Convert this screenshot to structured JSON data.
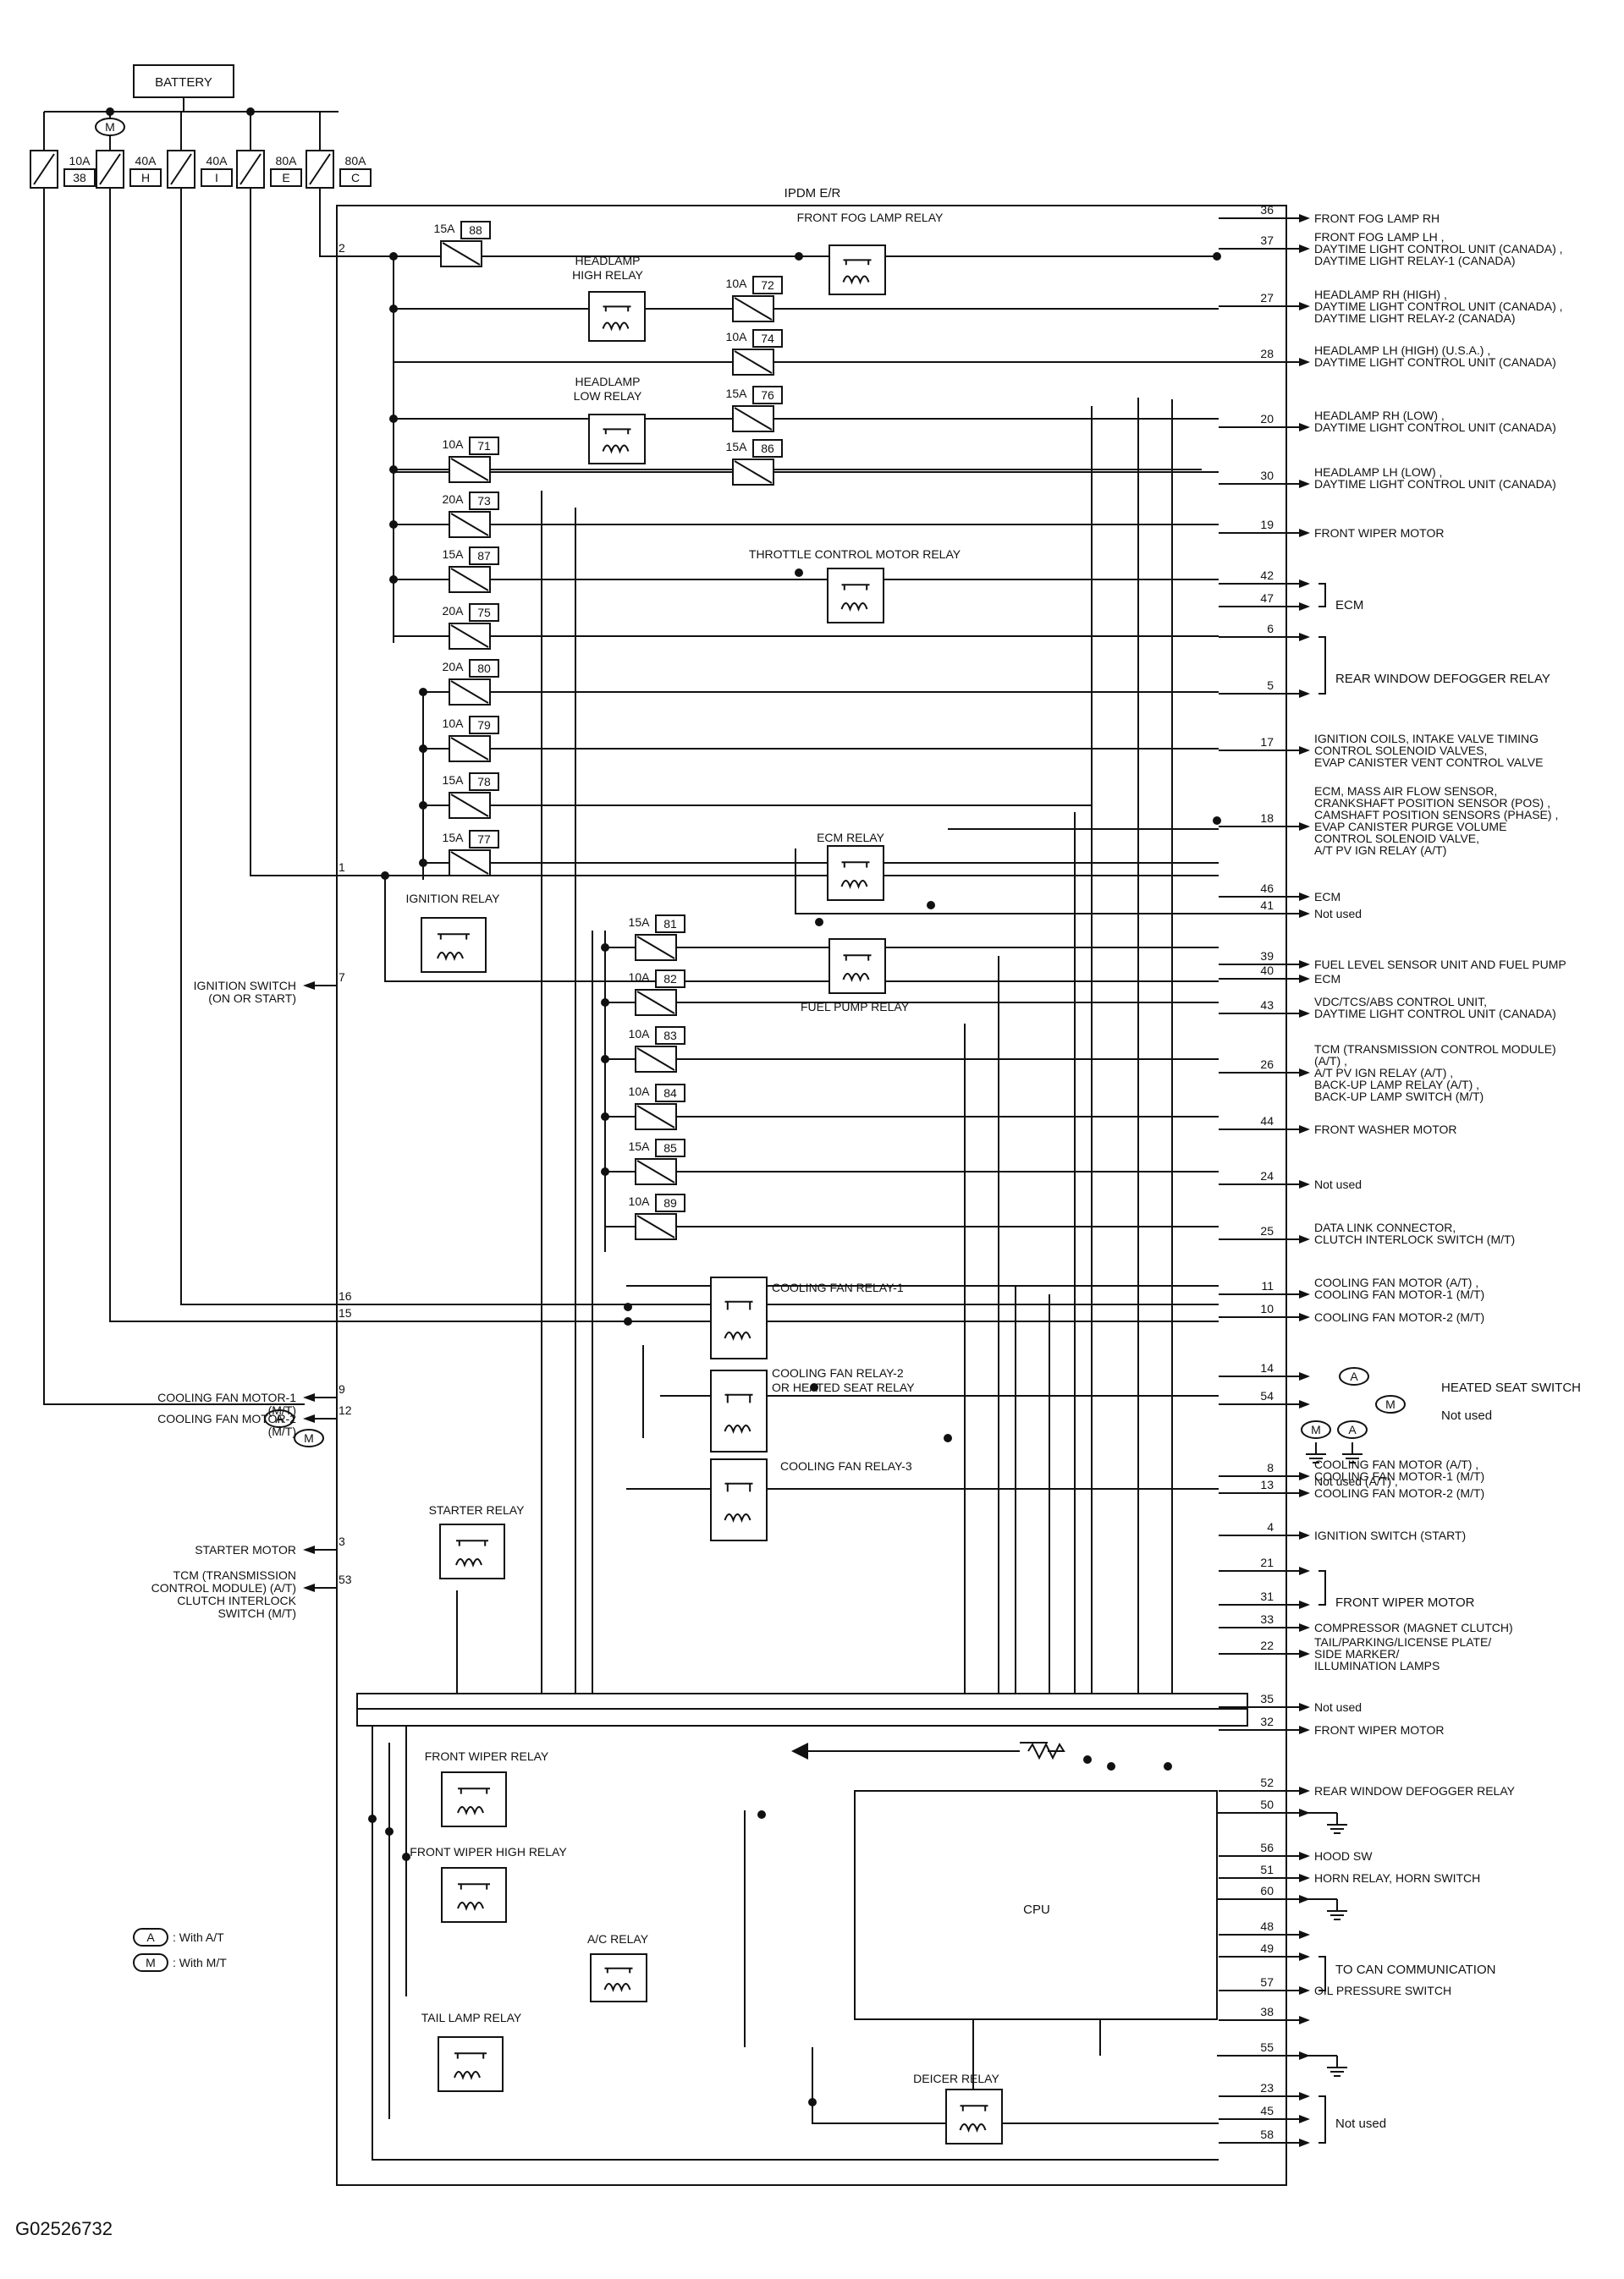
{
  "battery": "BATTERY",
  "module": "IPDM E/R",
  "cpu": "CPU",
  "figure_id": "G02526732",
  "legend": [
    {
      "sym": "A",
      "text": ": With A/T"
    },
    {
      "sym": "M",
      "text": ": With M/T"
    }
  ],
  "top_fuses": [
    {
      "amp": "10A",
      "code": "38"
    },
    {
      "amp": "40A",
      "code": "H"
    },
    {
      "amp": "40A",
      "code": "I"
    },
    {
      "amp": "80A",
      "code": "E"
    },
    {
      "amp": "80A",
      "code": "C"
    }
  ],
  "fuses": [
    {
      "amp": "15A",
      "code": "88"
    },
    {
      "amp": "10A",
      "code": "72"
    },
    {
      "amp": "10A",
      "code": "74"
    },
    {
      "amp": "15A",
      "code": "76"
    },
    {
      "amp": "15A",
      "code": "86"
    },
    {
      "amp": "10A",
      "code": "71"
    },
    {
      "amp": "20A",
      "code": "73"
    },
    {
      "amp": "15A",
      "code": "87"
    },
    {
      "amp": "20A",
      "code": "75"
    },
    {
      "amp": "20A",
      "code": "80"
    },
    {
      "amp": "10A",
      "code": "79"
    },
    {
      "amp": "15A",
      "code": "78"
    },
    {
      "amp": "15A",
      "code": "77"
    },
    {
      "amp": "15A",
      "code": "81"
    },
    {
      "amp": "10A",
      "code": "82"
    },
    {
      "amp": "10A",
      "code": "83"
    },
    {
      "amp": "10A",
      "code": "84"
    },
    {
      "amp": "15A",
      "code": "85"
    },
    {
      "amp": "10A",
      "code": "89"
    }
  ],
  "relays": [
    "FRONT FOG LAMP RELAY",
    "HEADLAMP",
    "HIGH RELAY",
    "HEADLAMP",
    "LOW RELAY",
    "THROTTLE CONTROL MOTOR RELAY",
    "ECM RELAY",
    "IGNITION RELAY",
    "FUEL PUMP RELAY",
    "COOLING FAN RELAY-1",
    "COOLING FAN RELAY-2",
    "OR HEATED SEAT RELAY",
    "COOLING FAN RELAY-3",
    "STARTER RELAY",
    "FRONT WIPER RELAY",
    "FRONT WIPER HIGH RELAY",
    "A/C RELAY",
    "TAIL LAMP RELAY",
    "DEICER RELAY"
  ],
  "right_pins": [
    {
      "pin": "36",
      "lines": [
        "FRONT FOG LAMP RH"
      ]
    },
    {
      "pin": "37",
      "lines": [
        "FRONT FOG LAMP LH ,",
        "DAYTIME LIGHT CONTROL UNIT (CANADA) ,",
        "DAYTIME LIGHT RELAY-1 (CANADA)"
      ]
    },
    {
      "pin": "27",
      "lines": [
        "HEADLAMP RH (HIGH) ,",
        "DAYTIME LIGHT CONTROL UNIT (CANADA) ,",
        "DAYTIME LIGHT RELAY-2 (CANADA)"
      ]
    },
    {
      "pin": "28",
      "lines": [
        "HEADLAMP LH (HIGH) (U.S.A.) ,",
        "DAYTIME LIGHT CONTROL UNIT (CANADA)"
      ]
    },
    {
      "pin": "20",
      "lines": [
        "HEADLAMP RH (LOW) ,",
        "DAYTIME LIGHT CONTROL UNIT (CANADA)"
      ]
    },
    {
      "pin": "30",
      "lines": [
        "HEADLAMP LH (LOW) ,",
        "DAYTIME LIGHT CONTROL UNIT (CANADA)"
      ]
    },
    {
      "pin": "19",
      "lines": [
        "FRONT WIPER MOTOR"
      ]
    },
    {
      "pin": "42",
      "lines": []
    },
    {
      "pin": "47",
      "lines": []
    },
    {
      "pin": "6",
      "lines": []
    },
    {
      "pin": "5",
      "lines": []
    },
    {
      "pin": "17",
      "lines": [
        "IGNITION COILS, INTAKE VALVE TIMING",
        "CONTROL SOLENOID VALVES,",
        "EVAP CANISTER VENT CONTROL VALVE"
      ]
    },
    {
      "pin": "18",
      "lines": [
        "ECM, MASS AIR FLOW SENSOR,",
        "CRANKSHAFT POSITION SENSOR (POS) ,",
        "CAMSHAFT POSITION SENSORS (PHASE) ,",
        "EVAP CANISTER PURGE VOLUME",
        "CONTROL SOLENOID VALVE,",
        "A/T PV IGN RELAY (A/T)"
      ]
    },
    {
      "pin": "46",
      "lines": [
        "ECM"
      ]
    },
    {
      "pin": "41",
      "lines": [
        "Not used"
      ]
    },
    {
      "pin": "39",
      "lines": [
        "FUEL LEVEL SENSOR UNIT AND FUEL PUMP"
      ]
    },
    {
      "pin": "40",
      "lines": [
        "ECM"
      ]
    },
    {
      "pin": "43",
      "lines": [
        "VDC/TCS/ABS CONTROL UNIT,",
        "DAYTIME LIGHT CONTROL UNIT (CANADA)"
      ]
    },
    {
      "pin": "26",
      "lines": [
        "TCM (TRANSMISSION CONTROL MODULE)",
        "(A/T) ,",
        "A/T PV IGN RELAY (A/T) ,",
        "BACK-UP LAMP RELAY (A/T) ,",
        "BACK-UP LAMP SWITCH (M/T)"
      ]
    },
    {
      "pin": "44",
      "lines": [
        "FRONT WASHER MOTOR"
      ]
    },
    {
      "pin": "24",
      "lines": [
        "Not used"
      ]
    },
    {
      "pin": "25",
      "lines": [
        "DATA LINK CONNECTOR,",
        "CLUTCH INTERLOCK SWITCH (M/T)"
      ]
    },
    {
      "pin": "11",
      "lines": [
        "COOLING FAN MOTOR (A/T) ,",
        "COOLING FAN MOTOR-1 (M/T)"
      ]
    },
    {
      "pin": "10",
      "lines": [
        "COOLING FAN MOTOR-2 (M/T)"
      ]
    },
    {
      "pin": "14",
      "lines": []
    },
    {
      "pin": "54",
      "lines": []
    },
    {
      "pin": "8",
      "lines": [
        "COOLING FAN MOTOR (A/T) ,",
        "COOLING FAN MOTOR-1 (M/T)"
      ]
    },
    {
      "pin": "13",
      "lines": [
        "Not used (A/T) ,",
        "COOLING FAN MOTOR-2 (M/T)"
      ]
    },
    {
      "pin": "4",
      "lines": [
        "IGNITION SWITCH (START)"
      ]
    },
    {
      "pin": "21",
      "lines": []
    },
    {
      "pin": "31",
      "lines": []
    },
    {
      "pin": "33",
      "lines": [
        "COMPRESSOR (MAGNET CLUTCH)"
      ]
    },
    {
      "pin": "22",
      "lines": [
        "TAIL/PARKING/LICENSE PLATE/",
        "SIDE MARKER/",
        "ILLUMINATION LAMPS"
      ]
    },
    {
      "pin": "35",
      "lines": [
        "Not used"
      ]
    },
    {
      "pin": "32",
      "lines": [
        "FRONT WIPER MOTOR"
      ]
    },
    {
      "pin": "52",
      "lines": [
        "REAR WINDOW DEFOGGER RELAY"
      ]
    },
    {
      "pin": "50",
      "lines": []
    },
    {
      "pin": "56",
      "lines": [
        "HOOD SW"
      ]
    },
    {
      "pin": "51",
      "lines": [
        "HORN RELAY, HORN SWITCH"
      ]
    },
    {
      "pin": "60",
      "lines": []
    },
    {
      "pin": "48",
      "lines": []
    },
    {
      "pin": "49",
      "lines": []
    },
    {
      "pin": "57",
      "lines": [
        "OIL PRESSURE SWITCH"
      ]
    },
    {
      "pin": "38",
      "lines": []
    },
    {
      "pin": "55",
      "lines": []
    },
    {
      "pin": "23",
      "lines": []
    },
    {
      "pin": "45",
      "lines": []
    },
    {
      "pin": "58",
      "lines": []
    }
  ],
  "right_groups": {
    "ecm": "ECM",
    "rear_defogger": "REAR WINDOW DEFOGGER RELAY",
    "front_wiper": "FRONT WIPER MOTOR",
    "can": "TO CAN COMMUNICATION",
    "not_used": "Not used",
    "heated_seat": "HEATED SEAT SWITCH",
    "pin54_label": "Not used"
  },
  "left_pins": [
    {
      "pin": "2",
      "lines": []
    },
    {
      "pin": "1",
      "lines": []
    },
    {
      "pin": "7",
      "lines": [
        "IGNITION SWITCH",
        "(ON OR START)"
      ]
    },
    {
      "pin": "16",
      "lines": []
    },
    {
      "pin": "15",
      "lines": []
    },
    {
      "pin": "9",
      "lines": [
        "COOLING FAN MOTOR-1",
        "(M/T)"
      ]
    },
    {
      "pin": "12",
      "lines": [
        "COOLING FAN MOTOR-2",
        "(M/T)"
      ]
    },
    {
      "pin": "3",
      "lines": [
        "STARTER MOTOR"
      ]
    },
    {
      "pin": "53",
      "lines": [
        "TCM (TRANSMISSION",
        "CONTROL MODULE) (A/T)",
        "CLUTCH INTERLOCK",
        "SWITCH (M/T)"
      ]
    }
  ],
  "option_symbols": {
    "at": "A",
    "mt": "M"
  }
}
